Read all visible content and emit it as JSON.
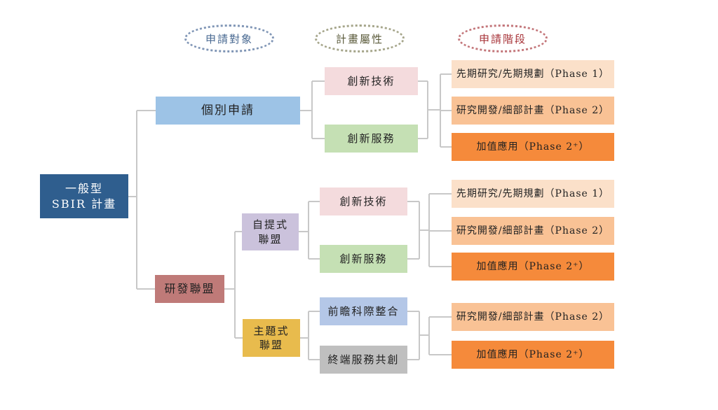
{
  "headers": [
    {
      "label": "申請對象",
      "color": "#4a6a92"
    },
    {
      "label": "計畫屬性",
      "color": "#7a7a5a"
    },
    {
      "label": "申請階段",
      "color": "#a8353a"
    }
  ],
  "root": {
    "line1": "一般型",
    "line2": "SBIR 計畫"
  },
  "applicants": {
    "individual": "個別申請",
    "alliance": "研發聯盟"
  },
  "alliance_types": {
    "self": {
      "line1": "自提式",
      "line2": "聯盟"
    },
    "theme": {
      "line1": "主題式",
      "line2": "聯盟"
    }
  },
  "attributes": {
    "individual": [
      "創新技術",
      "創新服務"
    ],
    "self": [
      "創新技術",
      "創新服務"
    ],
    "theme": [
      "前瞻科際整合",
      "終端服務共創"
    ]
  },
  "phases": {
    "individual": [
      "先期研究/先期規劃（Phase 1）",
      "研究開發/細部計畫（Phase 2）",
      "加值應用（Phase 2⁺）"
    ],
    "self": [
      "先期研究/先期規劃（Phase 1）",
      "研究開發/細部計畫（Phase 2）",
      "加值應用（Phase 2⁺）"
    ],
    "theme": [
      "研究開發/細部計畫（Phase 2）",
      "加值應用（Phase 2⁺）"
    ]
  },
  "colors": {
    "root": "#2f5e8e",
    "individual": "#9dc3e6",
    "alliance": "#bf7a78",
    "self": "#cbc2dc",
    "theme": "#e8bb4d",
    "tech": "#f4dbdd",
    "service": "#c5e0b4",
    "frontier": "#b4c7e7",
    "terminal": "#bfbfbf",
    "phase1": "#fbe0c9",
    "phase2": "#f9c295",
    "phase2plus": "#f58a3b",
    "connector": "#c8c8c8"
  }
}
